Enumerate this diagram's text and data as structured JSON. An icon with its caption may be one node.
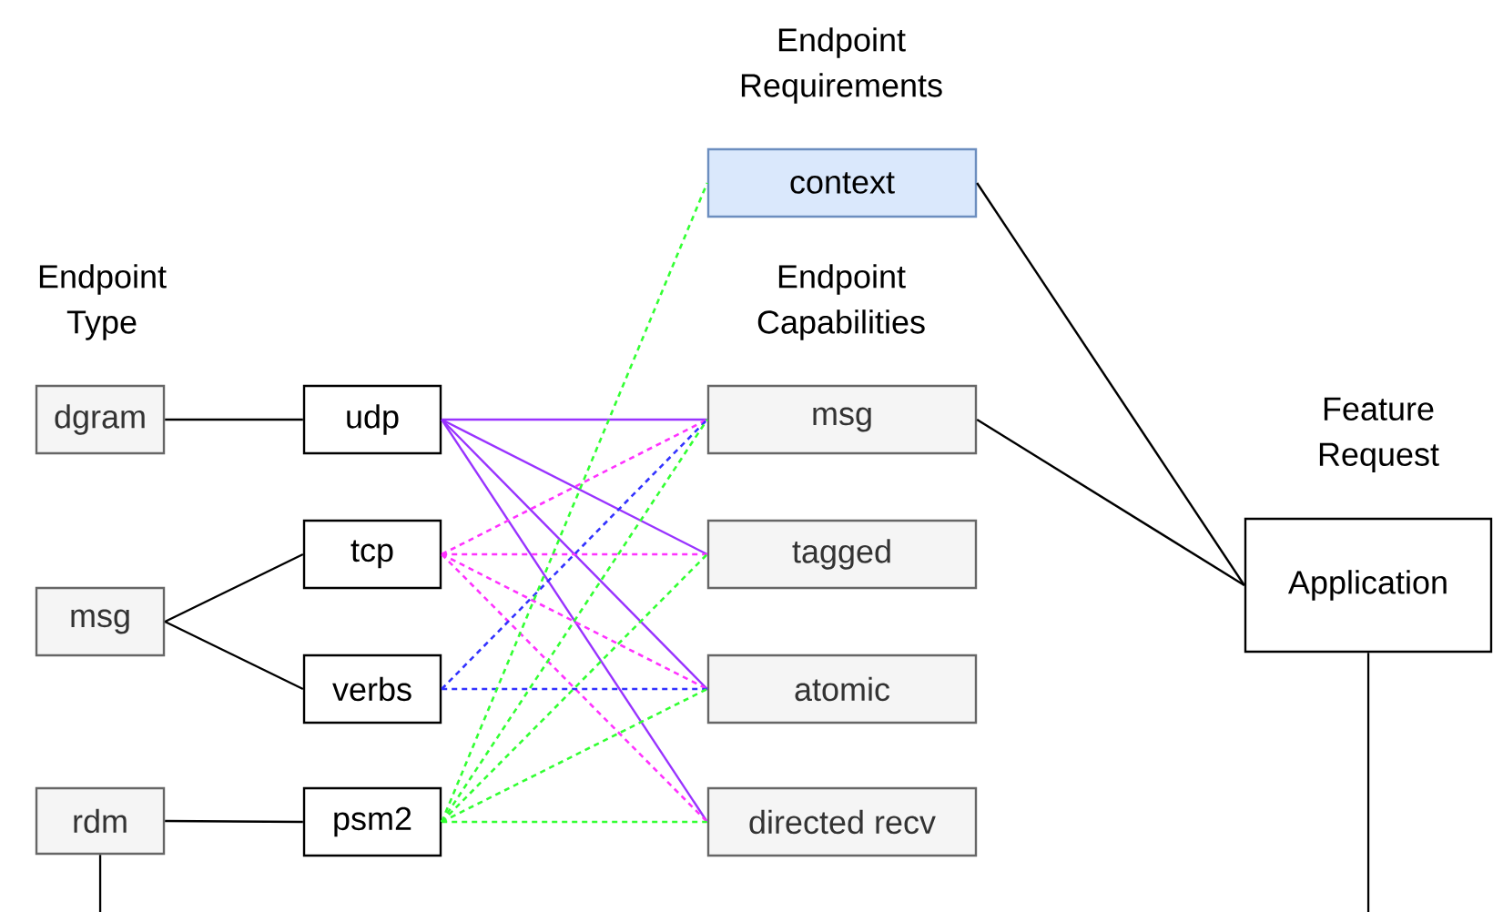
{
  "diagram": {
    "nodes": [
      {
        "text": [
          "dgram"
        ]
      },
      {
        "text": [
          "msg"
        ]
      },
      {
        "text": [
          "rdm"
        ]
      },
      {
        "text": [
          "udp"
        ]
      },
      {
        "text": [
          "tcp"
        ]
      },
      {
        "text": [
          "verbs"
        ]
      },
      {
        "text": [
          "psm2"
        ]
      },
      {
        "text": [
          "context"
        ]
      },
      {
        "text": [
          "msg"
        ]
      },
      {
        "text": [
          "tagged"
        ]
      },
      {
        "text": [
          "atomic"
        ]
      },
      {
        "text": [
          "directed recv"
        ]
      },
      {
        "text": [
          "Application"
        ]
      }
    ],
    "edges": [
      {
        "from": 0,
        "to": 3,
        "arrow": "none"
      },
      {
        "from": 1,
        "to": 4,
        "arrow": "none"
      },
      {
        "from": 1,
        "to": 5,
        "arrow": "none"
      },
      {
        "from": 2,
        "to": 6,
        "arrow": "none"
      },
      {
        "from": 2,
        "to": null,
        "arrow": "none"
      },
      {
        "from": 3,
        "to": 8,
        "arrow": "none",
        "color": "#9933ff"
      },
      {
        "from": 3,
        "to": 9,
        "arrow": "none",
        "color": "#9933ff"
      },
      {
        "from": 3,
        "to": 10,
        "arrow": "none",
        "color": "#9933ff"
      },
      {
        "from": 3,
        "to": 11,
        "arrow": "none",
        "color": "#9933ff"
      },
      {
        "from": 4,
        "to": 8,
        "arrow": "none",
        "style": "dashed",
        "color": "#ff33ff"
      },
      {
        "from": 4,
        "to": 9,
        "arrow": "none",
        "style": "dashed",
        "color": "#ff33ff"
      },
      {
        "from": 4,
        "to": 10,
        "arrow": "none",
        "style": "dashed",
        "color": "#ff33ff"
      },
      {
        "from": 4,
        "to": 11,
        "arrow": "none",
        "style": "dashed",
        "color": "#ff33ff"
      },
      {
        "from": 5,
        "to": 8,
        "arrow": "none",
        "style": "dashed",
        "color": "#3333ff"
      },
      {
        "from": 5,
        "to": 10,
        "arrow": "none",
        "style": "dashed",
        "color": "#3333ff"
      },
      {
        "from": 6,
        "to": 7,
        "arrow": "none",
        "style": "dashed",
        "color": "#33ff33"
      },
      {
        "from": 6,
        "to": 8,
        "arrow": "none",
        "style": "dashed",
        "color": "#33ff33"
      },
      {
        "from": 6,
        "to": 9,
        "arrow": "none",
        "style": "dashed",
        "color": "#33ff33"
      },
      {
        "from": 6,
        "to": 10,
        "arrow": "none",
        "style": "dashed",
        "color": "#33ff33"
      },
      {
        "from": 6,
        "to": 11,
        "arrow": "none",
        "style": "dashed",
        "color": "#33ff33"
      },
      {
        "from": 7,
        "to": 12,
        "arrow": "none"
      },
      {
        "from": 8,
        "to": 12,
        "arrow": "none"
      },
      {
        "from": 12,
        "to": null,
        "arrow": "none"
      }
    ],
    "labels": [
      "Endpoint Requirements",
      "Endpoint Type",
      "Endpoint Capabilities",
      "Feature Request"
    ]
  }
}
